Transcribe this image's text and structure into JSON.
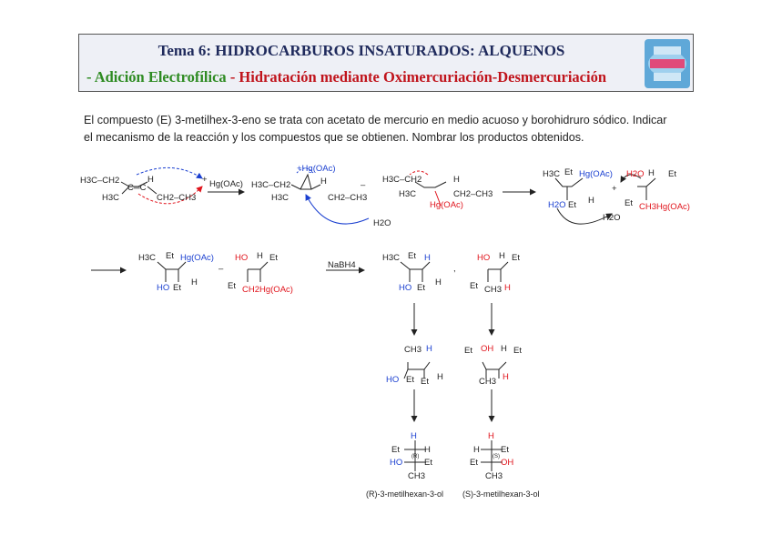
{
  "header": {
    "title": "Tema 6: HIDROCARBUROS INSATURADOS: ALQUENOS",
    "subtitle_green": "- Adición Electrofílica",
    "subtitle_red": " - Hidratación mediante Oximercuriación-Desmercuriación"
  },
  "intro": {
    "line1": "El compuesto (E) 3-metilhex-3-eno se trata con acetato de mercurio en medio acuoso y borohidruro sódico. Indicar",
    "line2": "el mecanismo de la reacción y los compuestos que se obtienen. Nombrar los productos obtenidos."
  },
  "scheme": {
    "reactant_top": "H3C–CH2",
    "reactant_c": "C═C",
    "reactant_h": "H",
    "reactant_ch3": "H3C",
    "reactant_tail": "CH2–CH3",
    "reagent_plus": "+",
    "reagent": "Hg(OAc)",
    "mercurinium_hg": "+Hg(OAc)",
    "mercurinium_left": "H3C–CH2",
    "mercurinium_ch3": "H3C",
    "mercurinium_tail": "CH2–CH3",
    "mercurinium_h": "H",
    "water1": "H2O",
    "carbocation_left": "H3C–CH2",
    "carbocation_ch3": "H3C",
    "carbocation_hg": "Hg(OAc)",
    "carbocation_tail": "CH2–CH3",
    "carbocation_h": "H",
    "adduct1_ch3": "H3C",
    "adduct1_et": "Et",
    "adduct1_hg": "Hg(OAc)",
    "adduct1_h2o": "H2O",
    "adduct1_et2": "Et",
    "adduct1_h": "H",
    "adduct2_h2o": "H2O",
    "adduct2_plus": "+",
    "adduct2_h": "H",
    "adduct2_et": "Et",
    "adduct2_et2": "Et",
    "adduct2_ch3hg": "CH3Hg(OAc)",
    "water2": "H2O",
    "row2_a_ch3": "H3C",
    "row2_a_et": "Et",
    "row2_a_hg": "Hg(OAc)",
    "row2_a_ho": "HO",
    "row2_a_et2": "Et",
    "row2_a_h": "H",
    "row2_b_ho": "HO",
    "row2_b_h": "H",
    "row2_b_et": "Et",
    "row2_b_et2": "Et",
    "row2_b_ch2hg": "CH2Hg(OAc)",
    "nabh4": "NaBH4",
    "row2_c_ch3": "H3C",
    "row2_c_et": "Et",
    "row2_c_h": "H",
    "row2_c_ho": "HO",
    "row2_c_et2": "Et",
    "row2_c_h2": "H",
    "row2_d_ho": "HO",
    "row2_d_h": "H",
    "row2_d_et": "Et",
    "row2_d_et2": "Et",
    "row2_d_ch3": "CH3",
    "row2_d_h2": "H",
    "row3_a_ch3": "CH3",
    "row3_a_h": "H",
    "row3_a_ho": "HO",
    "row3_a_et": "Et",
    "row3_a_et2": "Et",
    "row3_a_h2": "H",
    "row3_b_et": "Et",
    "row3_b_oh": "OH",
    "row3_b_h": "H",
    "row3_b_et2": "Et",
    "row3_b_ch3": "CH3",
    "row3_b_h2": "H",
    "fischer_a_top": "H",
    "fischer_a_et": "Et",
    "fischer_a_h": "H",
    "fischer_a_ho": "HO",
    "fischer_a_r": "(R)",
    "fischer_a_et2": "Et",
    "fischer_a_ch3": "CH3",
    "fischer_b_top": "H",
    "fischer_b_h": "H",
    "fischer_b_et": "Et",
    "fischer_b_et2": "Et",
    "fischer_b_s": "(S)",
    "fischer_b_oh": "OH",
    "fischer_b_ch3": "CH3",
    "product_a_name": "(R)-3-metilhexan-3-ol",
    "product_b_name": "(S)-3-metilhexan-3-ol",
    "minus1": "–",
    "minus2": "–",
    "comma": ","
  },
  "colors": {
    "blue": "#1a3fd0",
    "red": "#e0141c",
    "green": "#2e8b22",
    "title": "#1f2a5c"
  }
}
